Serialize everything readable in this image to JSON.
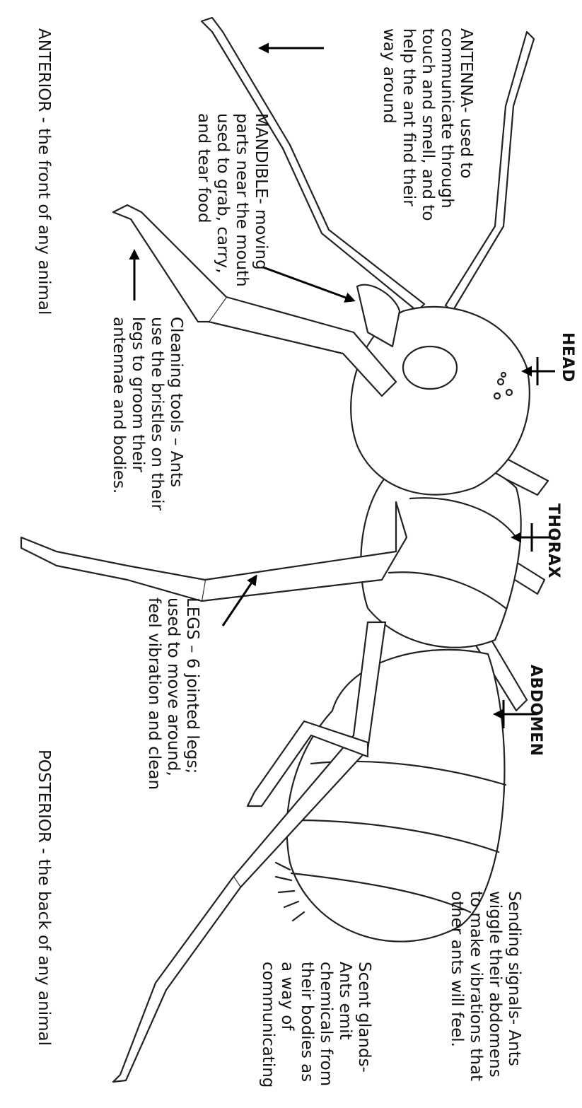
{
  "labels": {
    "head": "HEAD",
    "thorax": "THORAX",
    "abdomen": "ABDOMEN",
    "anterior": "ANTERIOR -  the front of any animal",
    "posterior": "POSTERIOR -  the back of any animal",
    "antenna": [
      "ANTENNA- used to",
      "communicate through",
      "touch and smell, and to",
      "help the ant find their",
      "way around"
    ],
    "mandible": [
      "MANDIBLE- moving",
      "parts near the mouth",
      "used to grab, carry,",
      "and tear food"
    ],
    "cleaning": [
      "Cleaning tools – Ants",
      "use the bristles on their",
      "legs to groom their",
      "antennae and bodies."
    ],
    "legs": [
      "LEGS – 6 jointed legs;",
      "used to move around,",
      "feel vibration and clean"
    ],
    "sending": [
      "Sending signals- Ants",
      "wiggle their abdomens",
      "to make vibrations that",
      "other ants will feel."
    ],
    "scent": [
      "Scent glands-",
      "Ants emit",
      "chemicals from",
      "their bodies as",
      "a way of",
      "communicating"
    ]
  }
}
